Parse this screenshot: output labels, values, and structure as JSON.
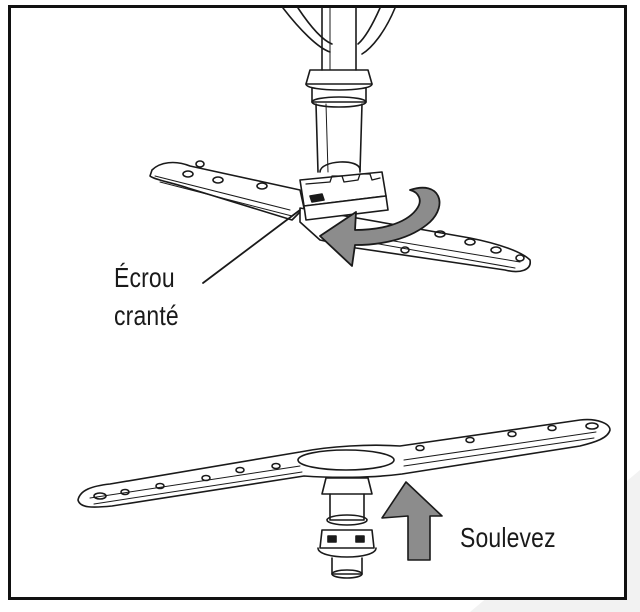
{
  "labels": {
    "nut_line1": "Écrou",
    "nut_line2": "cranté",
    "lift": "Soulevez"
  },
  "colors": {
    "frame": "#111111",
    "arrow_fill": "#8c8c8c",
    "line": "#1a1a1a",
    "background": "#ffffff"
  },
  "icons": {
    "rotate_arrow": "curved-rotate-arrow-icon",
    "lift_arrow": "up-arrow-icon"
  }
}
